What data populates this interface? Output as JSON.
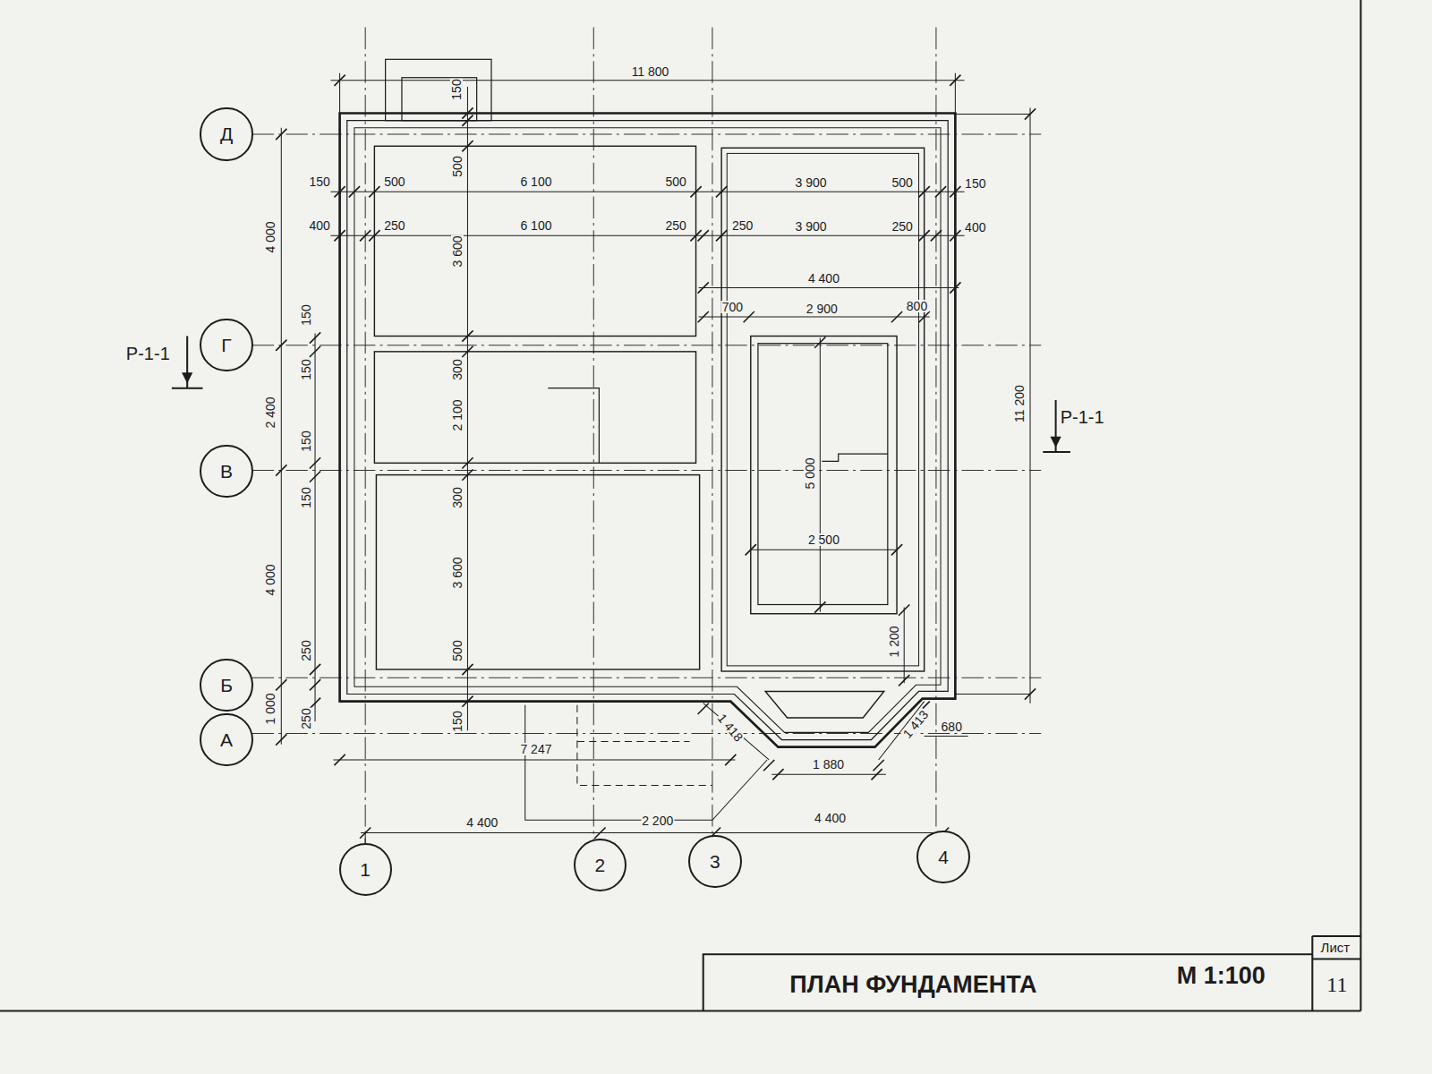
{
  "diagram": {
    "title": "ПЛАН ФУНДАМЕНТА",
    "nodes": [
      {
        "text": [
          "Д"
        ]
      },
      {
        "text": [
          "Г"
        ]
      },
      {
        "text": [
          "В"
        ]
      },
      {
        "text": [
          "Б"
        ]
      },
      {
        "text": [
          "А"
        ]
      },
      {
        "text": [
          "1"
        ]
      },
      {
        "text": [
          "2"
        ]
      },
      {
        "text": [
          "3"
        ]
      },
      {
        "text": [
          "4"
        ]
      }
    ],
    "labels": [
      "11 800",
      "150",
      "150",
      "500",
      "6 100",
      "500",
      "3 900",
      "500",
      "150",
      "400",
      "250",
      "6 100",
      "250",
      "250",
      "3 900",
      "250",
      "400",
      "4 400",
      "700",
      "2 900",
      "800",
      "500",
      "3 600",
      "300",
      "2 100",
      "300",
      "3 600",
      "500",
      "150",
      "4 000",
      "2 400",
      "4 000",
      "1 000",
      "150",
      "150",
      "150",
      "150",
      "250",
      "250",
      "5 000",
      "2 500",
      "1 200",
      "11 200",
      "1 418",
      "1 413",
      "680",
      "7 247",
      "1 880",
      "4 400",
      "2 200",
      "4 400",
      "Р-1-1",
      "Р-1-1",
      "М 1:100",
      "Лист",
      "11"
    ]
  }
}
